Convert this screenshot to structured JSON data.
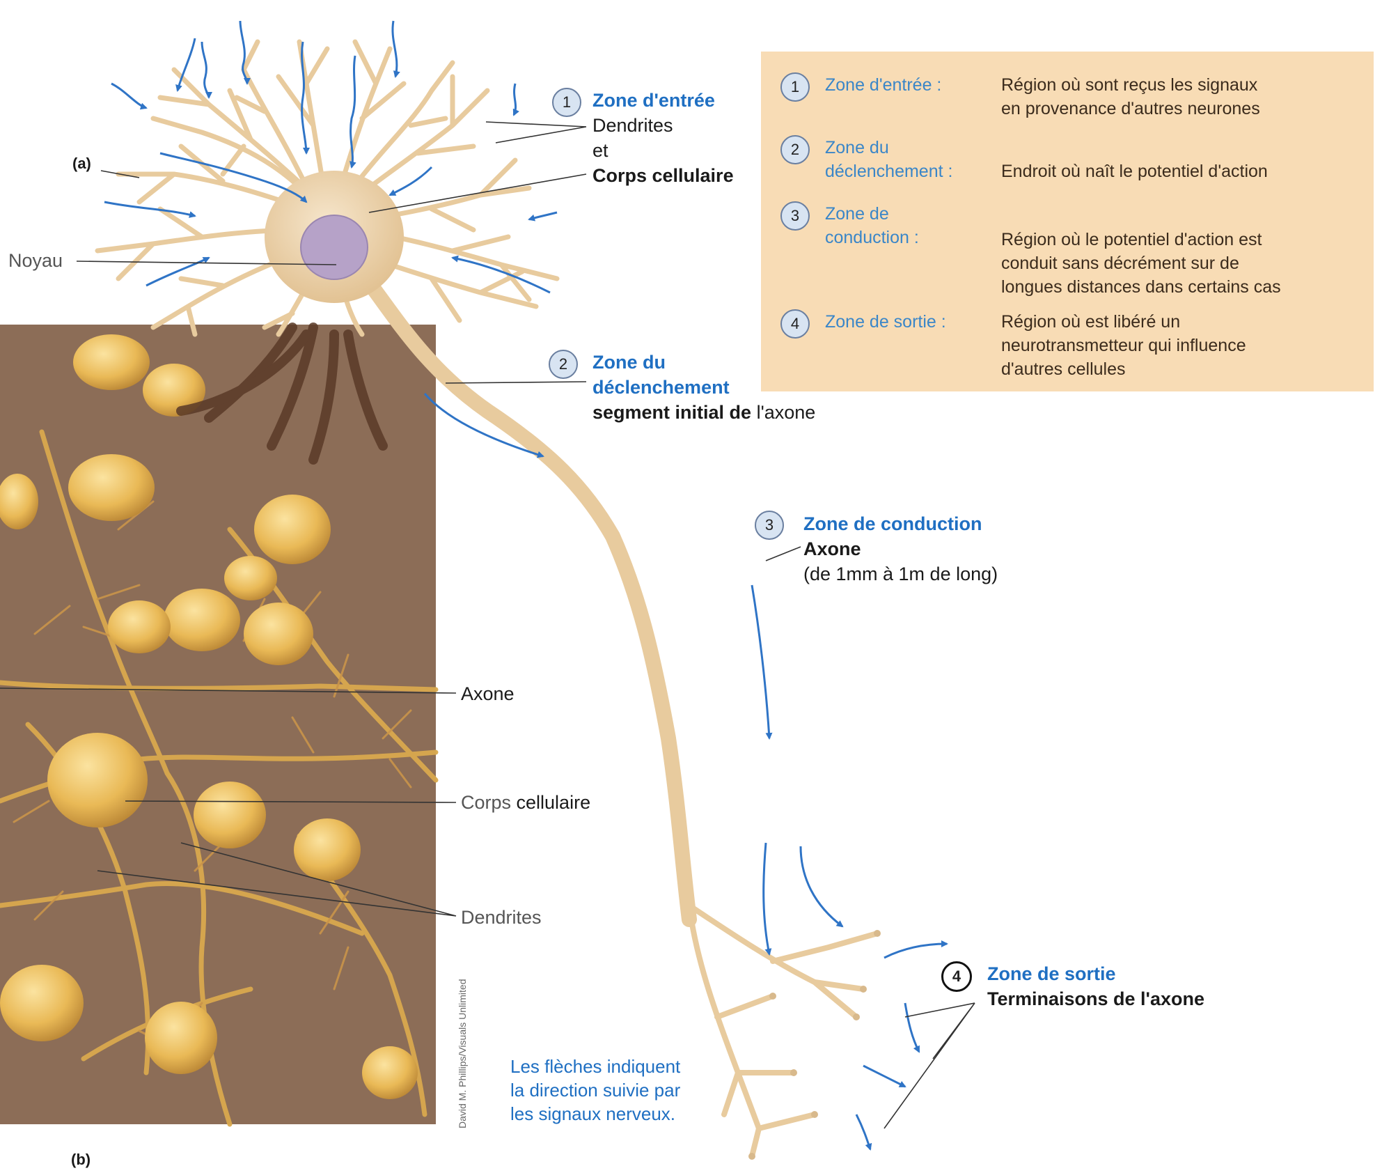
{
  "figure": {
    "panel_a": "(a)",
    "panel_b": "(b)",
    "credit": "David M. Phillips/Visuals Unlimited",
    "arrow_note": [
      "Les flèches indiquent",
      "la direction suivie par",
      "les signaux nerveux."
    ]
  },
  "zones": {
    "z1": {
      "num": "1",
      "title": "Zone d'entrée",
      "line1": "Dendrites",
      "line2": "et",
      "line3": "Corps cellulaire"
    },
    "z2": {
      "num": "2",
      "title_1": "Zone du",
      "title_2": "déclenchement",
      "sub_bold": "segment initial de",
      "sub_rest": " l'axone"
    },
    "z3": {
      "num": "3",
      "title": "Zone de conduction",
      "line1": "Axone",
      "line2": "(de 1mm à 1m de long)"
    },
    "z4": {
      "num": "4",
      "title": "Zone de sortie",
      "line1": "Terminaisons de l'axone"
    }
  },
  "labels": {
    "noyau": "Noyau",
    "axone": "Axone",
    "corps_1": "Corps",
    "corps_2": " cellulaire",
    "dendrites": "Dendrites"
  },
  "legend": [
    {
      "num": "1",
      "term": [
        "Zone d'entrée :"
      ],
      "desc": [
        "Région où sont reçus les signaux",
        "en provenance d'autres neurones"
      ]
    },
    {
      "num": "2",
      "term": [
        "Zone du",
        "déclenchement :"
      ],
      "desc": [
        "Endroit où naît le potentiel d'action"
      ]
    },
    {
      "num": "3",
      "term": [
        "Zone de",
        "conduction :"
      ],
      "desc": [
        "Région où le potentiel d'action est",
        "conduit sans décrément sur de",
        "longues distances dans certains cas"
      ]
    },
    {
      "num": "4",
      "term": [
        "Zone de sortie :"
      ],
      "desc": [
        "Région où est libéré un",
        "neurotransmetteur qui influence",
        "d'autres cellules"
      ]
    }
  ],
  "colors": {
    "neuron": "#e8cb9e",
    "neuron_edge": "#c9a477",
    "nucleus": "#b6a2c8",
    "arrow": "#2f74c6",
    "micrograph_bg": "#8c6d57",
    "micrograph_cell": "#e9b956",
    "legend_bg": "#f8dcb5"
  }
}
